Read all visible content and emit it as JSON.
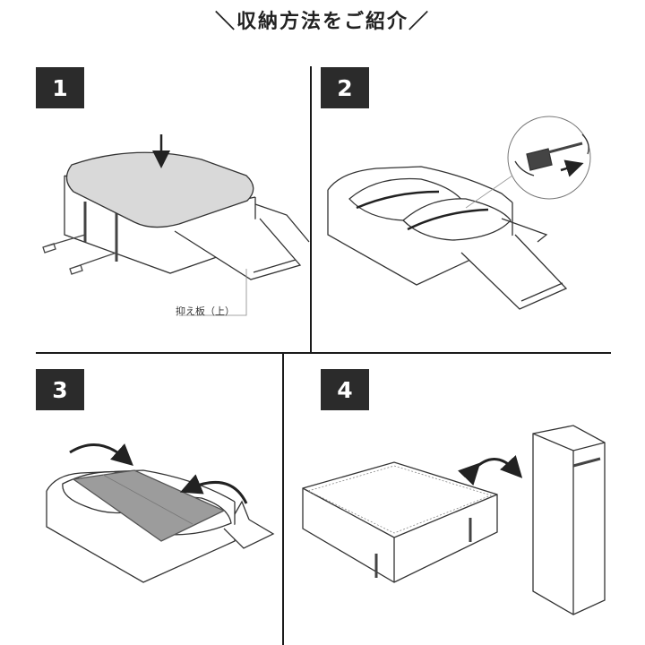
{
  "title": "＼収納方法をご紹介／",
  "steps": [
    {
      "number": "1",
      "caption": "抑え板（上）"
    },
    {
      "number": "2"
    },
    {
      "number": "3"
    },
    {
      "number": "4"
    }
  ]
}
